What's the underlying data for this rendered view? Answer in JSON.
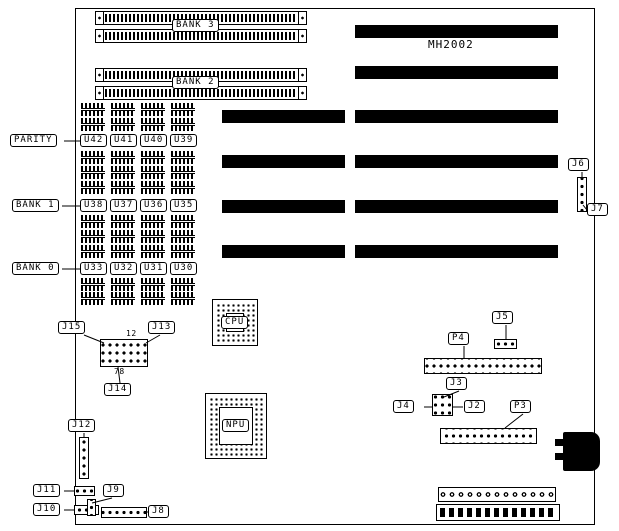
{
  "board": {
    "model": "MH2002"
  },
  "simm_banks": {
    "bank3": "BANK 3",
    "bank2": "BANK 2"
  },
  "memory": {
    "sections": [
      {
        "label": "PARITY",
        "chips": [
          "U42",
          "U41",
          "U40",
          "U39"
        ]
      },
      {
        "label": "BANK 1",
        "chips": [
          "U38",
          "U37",
          "U36",
          "U35"
        ]
      },
      {
        "label": "BANK 0",
        "chips": [
          "U33",
          "U32",
          "U31",
          "U30"
        ]
      }
    ]
  },
  "ics": {
    "cpu": "CPU",
    "npu": "NPU"
  },
  "connectors": {
    "j15": "J15",
    "j13": "J13",
    "j14": "J14",
    "pin_top": "12",
    "pin_bottom": "78",
    "j12": "J12",
    "j11": "J11",
    "j10": "J10",
    "j9": "J9",
    "j8": "J8",
    "p4": "P4",
    "j5": "J5",
    "j4": "J4",
    "j3": "J3",
    "j2": "J2",
    "p3": "P3",
    "j6": "J6",
    "j7": "J7"
  }
}
